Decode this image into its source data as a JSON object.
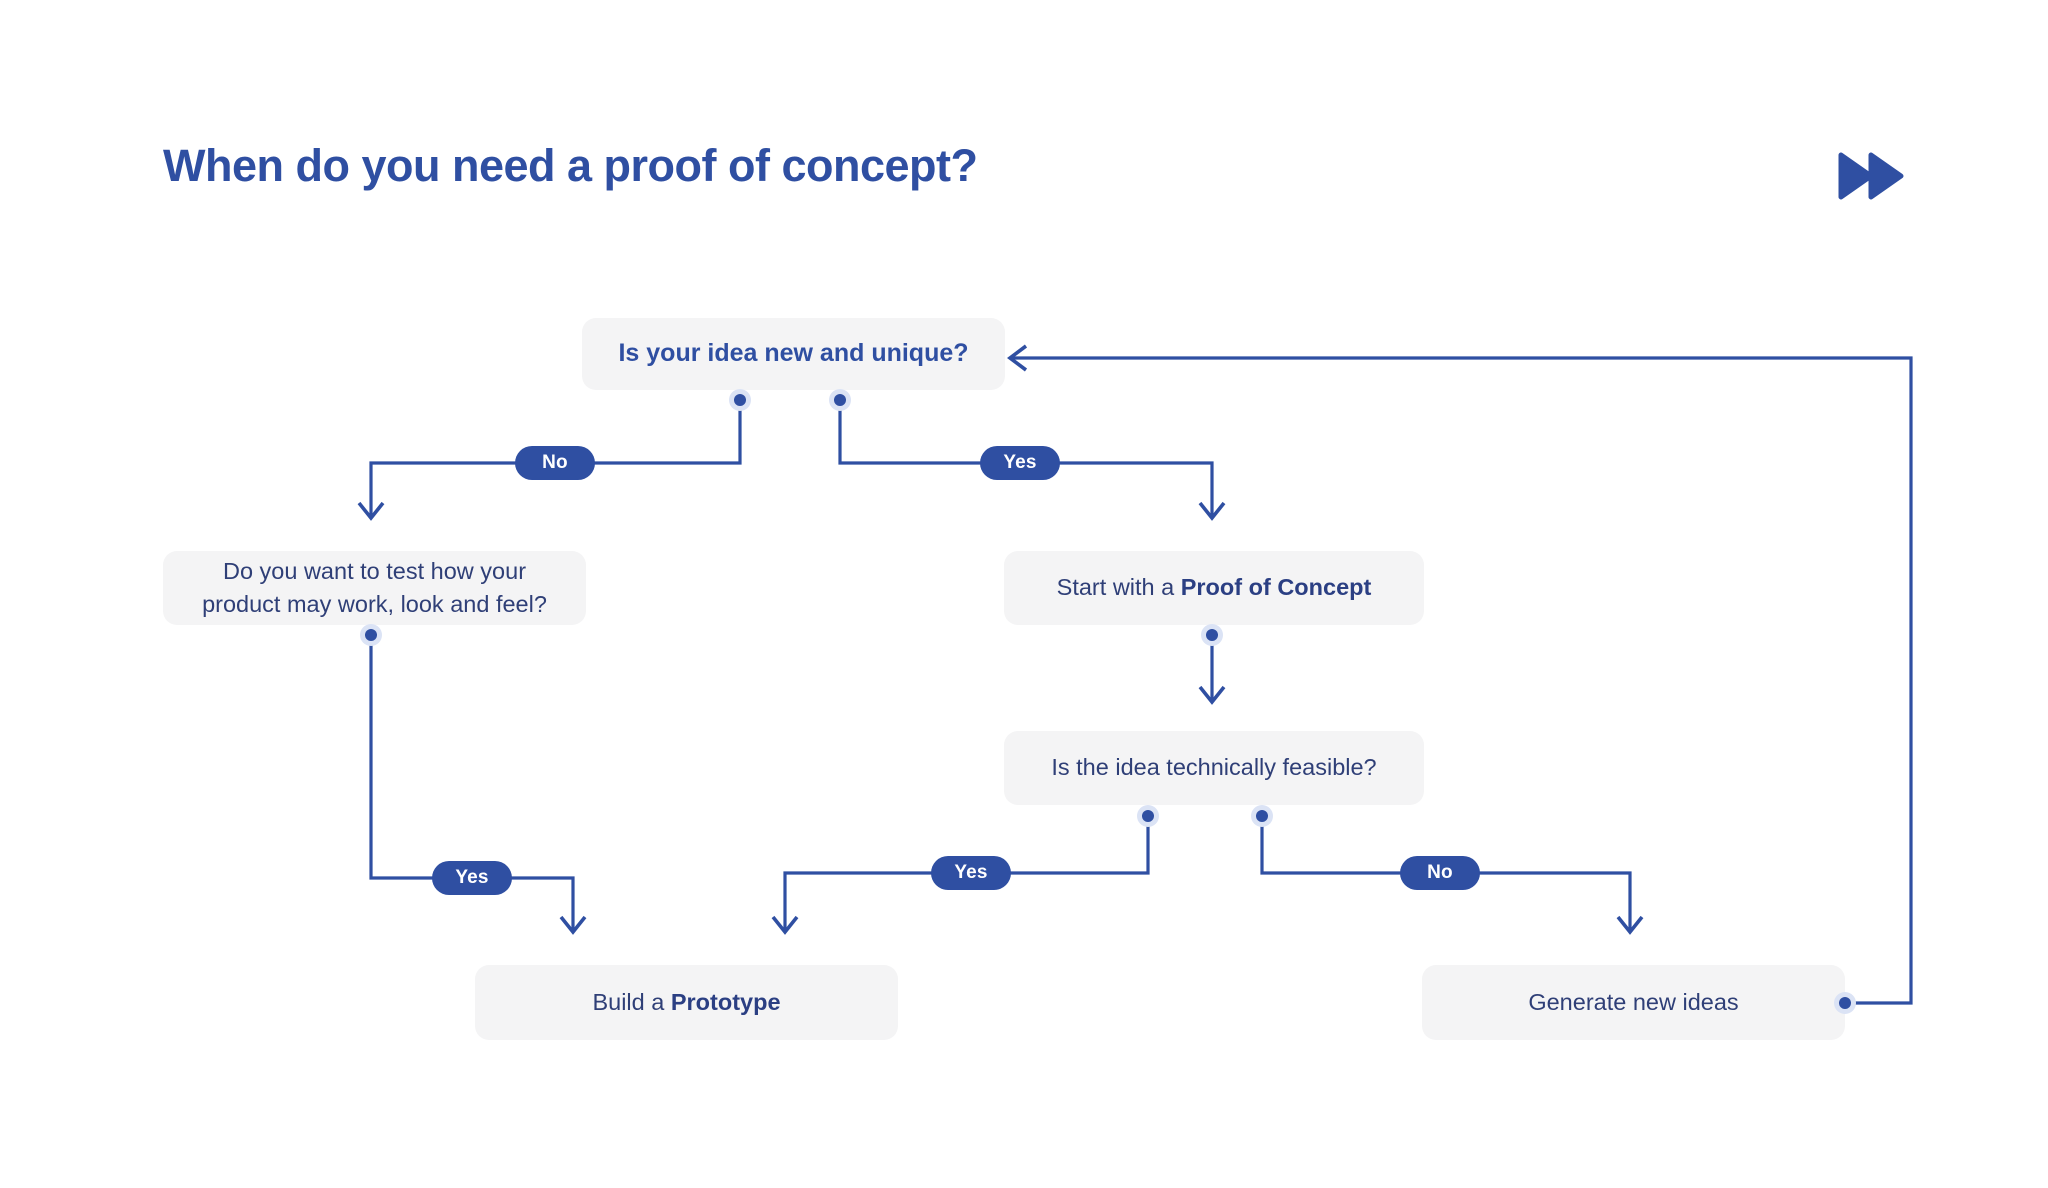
{
  "page": {
    "title": "When do you need a proof of concept?",
    "background_color": "#ffffff",
    "accent_color": "#2f4fa2",
    "node_fill_color": "#f4f4f5",
    "text_color": "#2f3f77"
  },
  "logo": {
    "name": "fast-forward-logo",
    "shape": "double-right-triangle",
    "color": "#2f4fa2"
  },
  "chart_data": {
    "type": "flowchart",
    "title": "When do you need a proof of concept?",
    "nodes": [
      {
        "id": "idea-unique",
        "label": "Is your idea new and unique?",
        "bold": true,
        "kind": "decision"
      },
      {
        "id": "test-product",
        "label_line1": "Do you want to test how your",
        "label_line2": "product may work, look and feel?",
        "kind": "decision"
      },
      {
        "id": "start-poc",
        "label_plain": "Start with a ",
        "label_bold": "Proof of Concept",
        "kind": "action"
      },
      {
        "id": "feasible",
        "label": "Is the idea technically feasible?",
        "kind": "decision"
      },
      {
        "id": "prototype",
        "label_plain": "Build a ",
        "label_bold": "Prototype",
        "kind": "action"
      },
      {
        "id": "generate",
        "label": "Generate new ideas",
        "kind": "action"
      }
    ],
    "edges": [
      {
        "from": "idea-unique",
        "to": "test-product",
        "label": "No"
      },
      {
        "from": "idea-unique",
        "to": "start-poc",
        "label": "Yes"
      },
      {
        "from": "test-product",
        "to": "prototype",
        "label": "Yes"
      },
      {
        "from": "start-poc",
        "to": "feasible",
        "label": ""
      },
      {
        "from": "feasible",
        "to": "prototype",
        "label": "Yes"
      },
      {
        "from": "feasible",
        "to": "generate",
        "label": "No"
      },
      {
        "from": "generate",
        "to": "idea-unique",
        "label": ""
      }
    ]
  },
  "nodes": {
    "idea_unique": {
      "text": "Is your idea new and unique?"
    },
    "test_product": {
      "line1": "Do you want to test how your",
      "line2": "product may work, look and feel?"
    },
    "start_poc": {
      "plain": "Start with a ",
      "bold": "Proof of Concept"
    },
    "feasible": {
      "text": "Is the idea technically feasible?"
    },
    "prototype": {
      "plain": "Build a ",
      "bold": "Prototype"
    },
    "generate": {
      "text": "Generate new ideas"
    }
  },
  "labels": {
    "no_top": "No",
    "yes_top": "Yes",
    "yes_left": "Yes",
    "yes_mid": "Yes",
    "no_right": "No"
  }
}
